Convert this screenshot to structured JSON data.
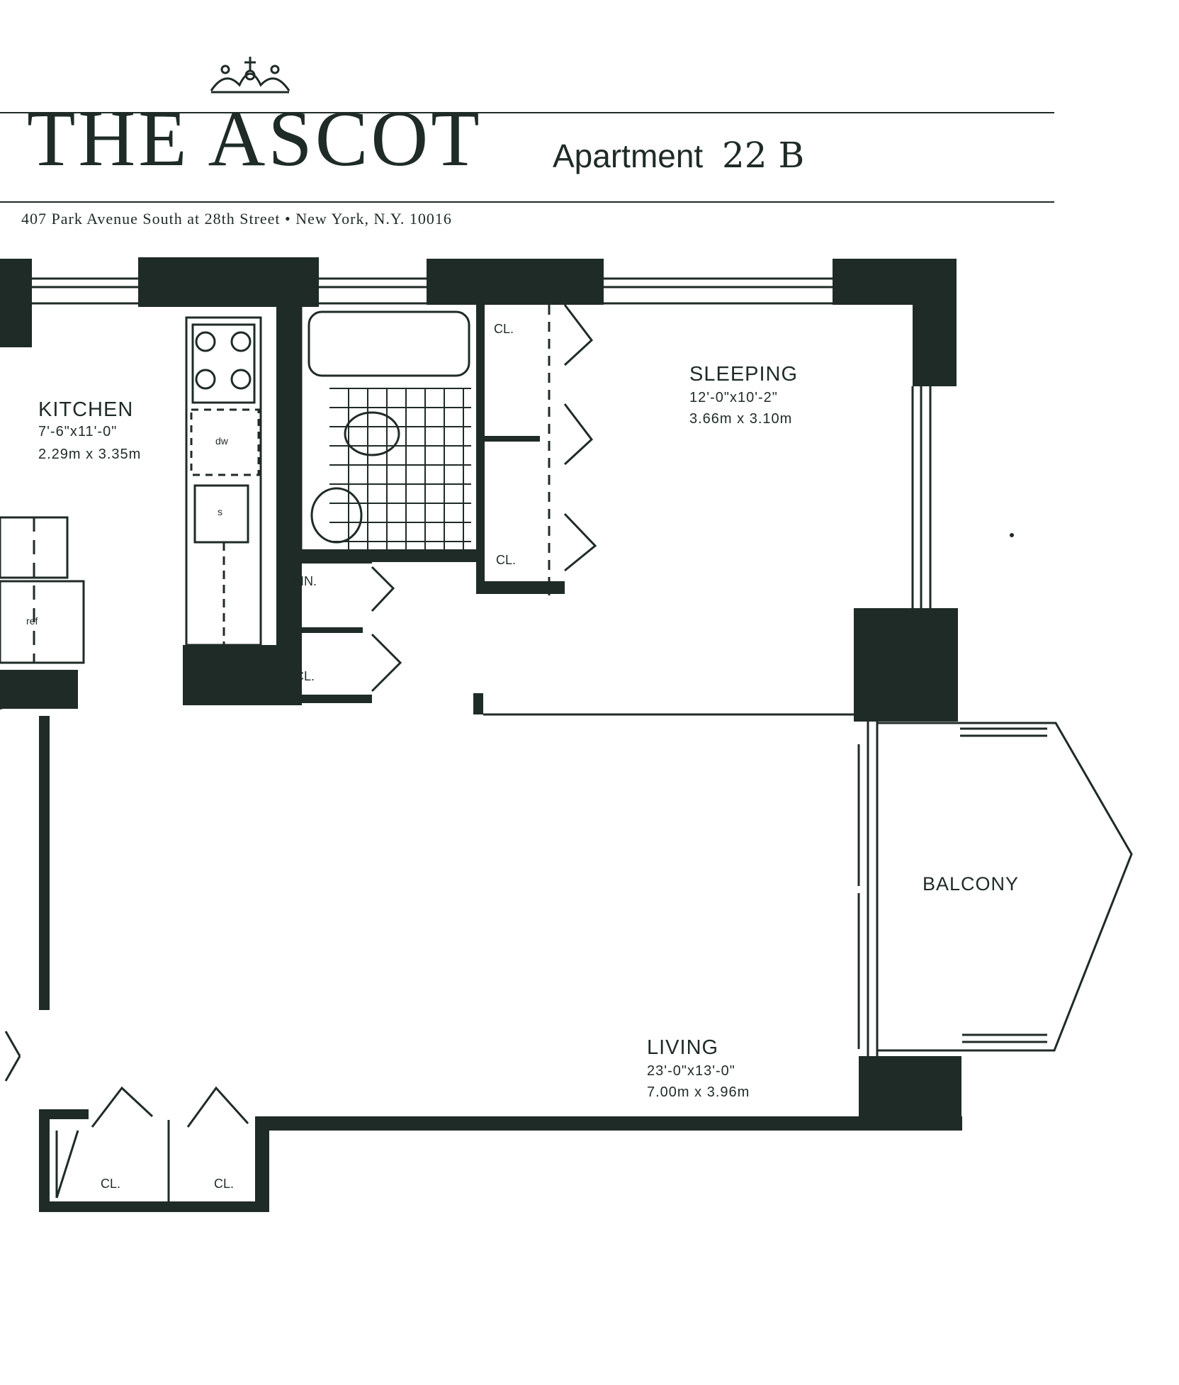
{
  "header": {
    "brand": "THE ASCOT",
    "apartment_label": "Apartment",
    "apartment_number": "22 B",
    "address": "407 Park Avenue South at 28th Street • New York, N.Y. 10016"
  },
  "rooms": {
    "kitchen": {
      "name": "KITCHEN",
      "dim_ft": "7'-6\"x11'-0\"",
      "dim_m": "2.29m x 3.35m"
    },
    "sleeping": {
      "name": "SLEEPING",
      "dim_ft": "12'-0\"x10'-2\"",
      "dim_m": "3.66m x 3.10m"
    },
    "living": {
      "name": "LIVING",
      "dim_ft": "23'-0\"x13'-0\"",
      "dim_m": "7.00m x 3.96m"
    },
    "balcony": {
      "name": "BALCONY"
    }
  },
  "fixtures": {
    "dishwasher": "dw",
    "sink": "s",
    "refrigerator": "ref",
    "linen": "LIN.",
    "closet": "CL."
  },
  "colors": {
    "ink": "#1f2b26",
    "paper": "#ffffff"
  }
}
